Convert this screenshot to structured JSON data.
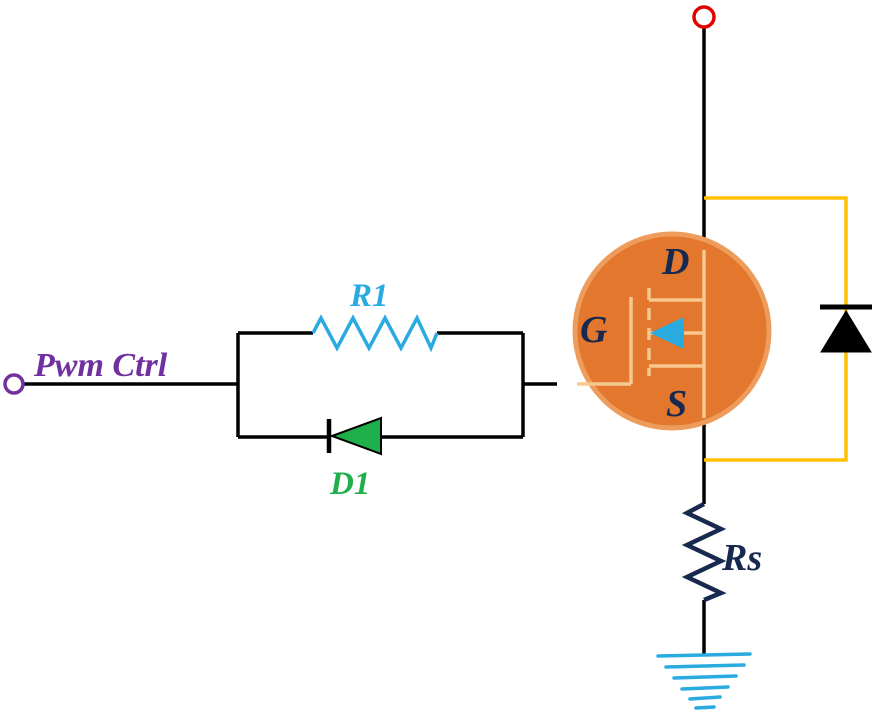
{
  "labels": {
    "pwm_ctrl": "Pwm Ctrl",
    "r1": "R1",
    "d1": "D1",
    "drain": "D",
    "gate": "G",
    "source": "S",
    "rs": "Rs"
  },
  "colors": {
    "wire": "#000000",
    "pwm_terminal": "#7030A0",
    "pwm_label": "#7030A0",
    "supply_terminal": "#E00000",
    "r1": "#29ABE2",
    "d1": "#1FAF4B",
    "navy": "#17294F",
    "mosfet_fill": "#E2772D",
    "mosfet_edge": "#ED9C5C",
    "mosfet_symbol": "#F8C98E",
    "body_arrow": "#29ABE2",
    "body_diode_wire": "#FFC000",
    "ground": "#29ABE2"
  }
}
